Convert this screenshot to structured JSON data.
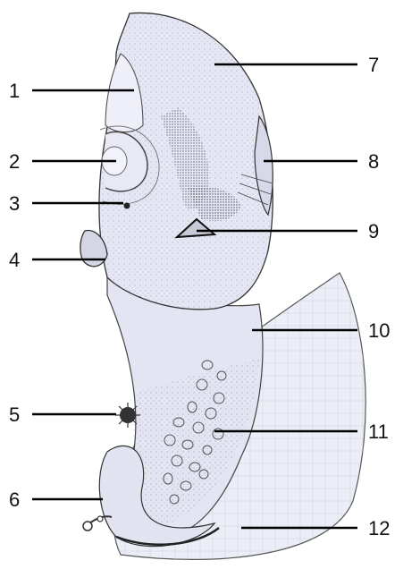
{
  "labels": [
    {
      "id": "1",
      "text": "1"
    },
    {
      "id": "2",
      "text": "2"
    },
    {
      "id": "3",
      "text": "3"
    },
    {
      "id": "4",
      "text": "4"
    },
    {
      "id": "5",
      "text": "5"
    },
    {
      "id": "6",
      "text": "6"
    },
    {
      "id": "7",
      "text": "7"
    },
    {
      "id": "8",
      "text": "8"
    },
    {
      "id": "9",
      "text": "9"
    },
    {
      "id": "10",
      "text": "10"
    },
    {
      "id": "11",
      "text": "11"
    },
    {
      "id": "12",
      "text": "12"
    }
  ],
  "colors": {
    "fill": "#e6e7f4",
    "fill_light": "#eeeff8",
    "outline": "#3a3a3a",
    "stipple": "#555566",
    "leader": "#000000"
  }
}
